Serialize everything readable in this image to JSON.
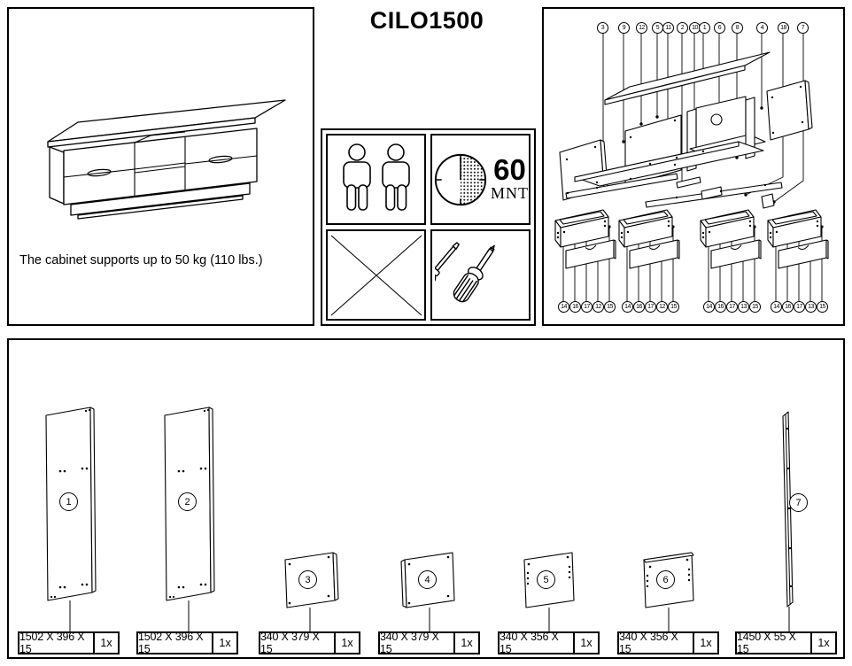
{
  "title": "CILO1500",
  "overview": {
    "caption": "The cabinet supports up to 50 kg (110 lbs.)",
    "icon": "tv-cabinet-drawing"
  },
  "info": {
    "people_icon": "two-people-required-icon",
    "clock_icon": "60-minute-clock-icon",
    "time_value": "60",
    "time_unit": "MNT",
    "crossed_icon": "crossed-out-box-icon",
    "tools_icon": "screwdrivers-icon"
  },
  "exploded": {
    "icon": "exploded-cabinet-diagram",
    "topCallouts": [
      "3",
      "9",
      "12",
      "5",
      "11",
      "2",
      "10",
      "1",
      "6",
      "8",
      "4",
      "18",
      "7"
    ],
    "drawerCallouts": [
      [
        "14",
        "16",
        "17",
        "12",
        "15"
      ],
      [
        "14",
        "16",
        "17",
        "12",
        "15"
      ],
      [
        "14",
        "16",
        "17",
        "13",
        "15"
      ],
      [
        "14",
        "16",
        "17",
        "13",
        "15"
      ]
    ]
  },
  "parts": [
    {
      "number": "1",
      "dims": "1502 X 396 X 15",
      "qty": "1x"
    },
    {
      "number": "2",
      "dims": "1502 X 396 X 15",
      "qty": "1x"
    },
    {
      "number": "3",
      "dims": "340 X 379 X 15",
      "qty": "1x"
    },
    {
      "number": "4",
      "dims": "340 X 379 X 15",
      "qty": "1x"
    },
    {
      "number": "5",
      "dims": "340 X 356 X 15",
      "qty": "1x"
    },
    {
      "number": "6",
      "dims": "340 X 356 X 15",
      "qty": "1x"
    },
    {
      "number": "7",
      "dims": "1450 X 55 X 15",
      "qty": "1x"
    }
  ]
}
